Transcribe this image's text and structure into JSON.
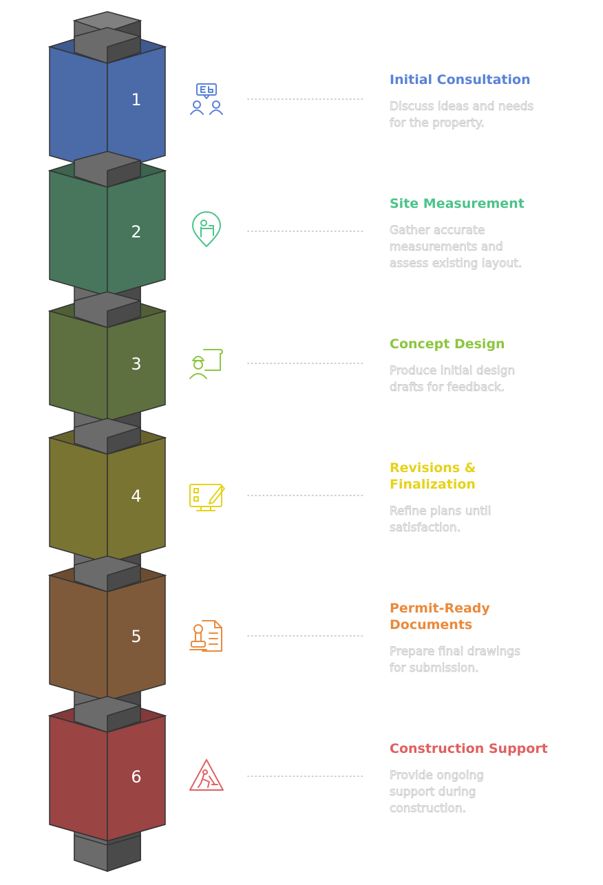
{
  "colors": {
    "post": "#6b6b6b",
    "post_dark": "#4a4a4a",
    "description": "#c9c9c9",
    "connector": "#bdbdbd"
  },
  "steps": [
    {
      "number": "1",
      "title": [
        "Initial Consultation"
      ],
      "description": [
        "Discuss ideas and needs",
        "for the property."
      ],
      "color": "#4a6aa8",
      "title_color": "#5a82d6",
      "icon": "consultation-people-icon"
    },
    {
      "number": "2",
      "title": [
        "Site Measurement"
      ],
      "description": [
        "Gather accurate",
        "measurements and",
        "assess existing layout."
      ],
      "color": "#47765c",
      "title_color": "#4cc38a",
      "icon": "measurement-location-pin-icon"
    },
    {
      "number": "3",
      "title": [
        "Concept Design"
      ],
      "description": [
        "Produce initial design",
        "drafts for feedback."
      ],
      "color": "#5f7040",
      "title_color": "#8cc63f",
      "icon": "architect-blueprint-icon"
    },
    {
      "number": "4",
      "title": [
        "Revisions &",
        "Finalization"
      ],
      "description": [
        "Refine plans until",
        "satisfaction."
      ],
      "color": "#7a7432",
      "title_color": "#e6d21a",
      "icon": "design-edit-monitor-icon"
    },
    {
      "number": "5",
      "title": [
        "Permit-Ready",
        "Documents"
      ],
      "description": [
        "Prepare final drawings",
        "for submission."
      ],
      "color": "#7f5a3a",
      "title_color": "#ea8a3c",
      "icon": "document-stamp-icon"
    },
    {
      "number": "6",
      "title": [
        "Construction Support"
      ],
      "description": [
        "Provide ongoing",
        "support during",
        "construction."
      ],
      "color": "#9a4444",
      "title_color": "#e06060",
      "icon": "construction-warning-icon"
    }
  ]
}
